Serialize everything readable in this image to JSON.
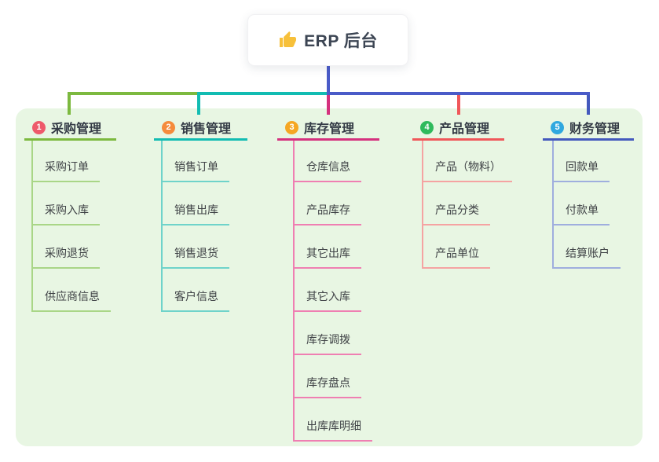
{
  "root": {
    "title": "ERP 后台",
    "icon": "thumbs-up-icon",
    "icon_color": "#f7c03a",
    "card_bg": "#ffffff"
  },
  "colors": {
    "panel_bg": "#e8f6e3",
    "stem_blue": "#4a5bc8",
    "title_text": "#3c4553",
    "item_text": "#3f4246"
  },
  "branches": [
    {
      "number": "1",
      "label": "采购管理",
      "badge_color": "#ee5a6b",
      "line_color": "#7cb93f",
      "sub_line_color": "#a9d687",
      "items": [
        "采购订单",
        "采购入库",
        "采购退货",
        "供应商信息"
      ]
    },
    {
      "number": "2",
      "label": "销售管理",
      "badge_color": "#f58b3c",
      "line_color": "#12bcb2",
      "sub_line_color": "#6fd3ca",
      "items": [
        "销售订单",
        "销售出库",
        "销售退货",
        "客户信息"
      ]
    },
    {
      "number": "3",
      "label": "库存管理",
      "badge_color": "#f5a623",
      "line_color": "#d5317e",
      "sub_line_color": "#ef7fb2",
      "items": [
        "仓库信息",
        "产品库存",
        "其它出库",
        "其它入库",
        "库存调拨",
        "库存盘点",
        "出库库明细"
      ]
    },
    {
      "number": "4",
      "label": "产品管理",
      "badge_color": "#2fba5c",
      "line_color": "#f0575a",
      "sub_line_color": "#f5a3a2",
      "items": [
        "产品（物料）",
        "产品分类",
        "产品单位"
      ]
    },
    {
      "number": "5",
      "label": "财务管理",
      "badge_color": "#2fa8df",
      "line_color": "#4459bd",
      "sub_line_color": "#9faede",
      "items": [
        "回款单",
        "付款单",
        "结算账户"
      ]
    }
  ]
}
